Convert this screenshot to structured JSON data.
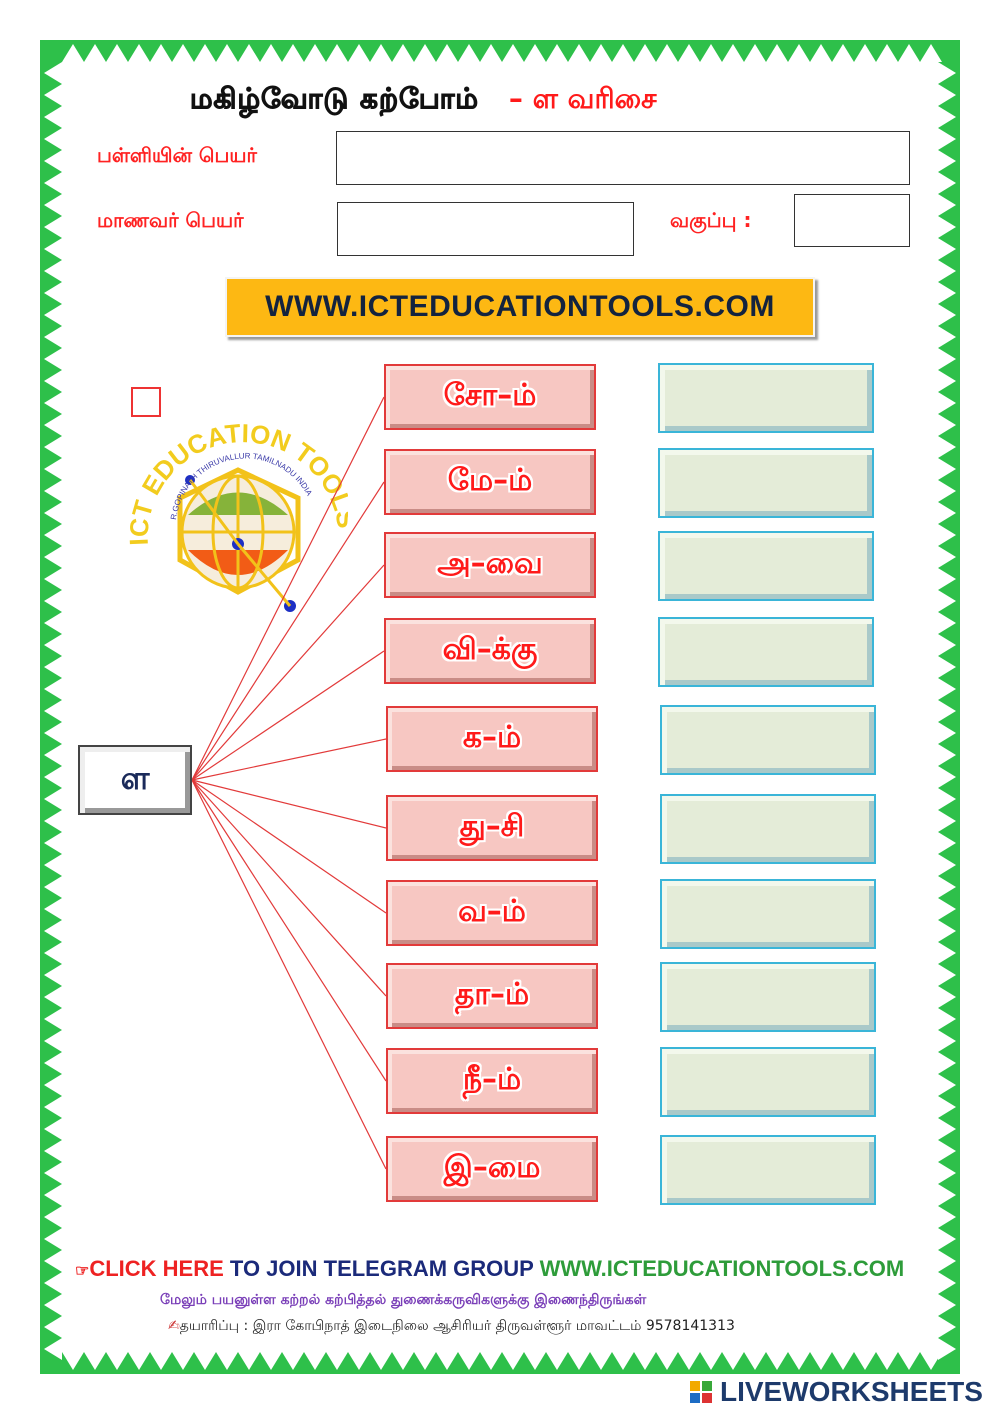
{
  "header": {
    "title_main": "மகிழ்வோடு கற்போம்",
    "title_sub": "– ள  வரிசை",
    "school_label": "பள்ளியின் பெயர்",
    "student_label": "மாணவர் பெயர்",
    "class_label": "வகுப்பு :"
  },
  "banner": {
    "text": "WWW.ICTEDUCATIONTOOLS.COM"
  },
  "logo": {
    "ring_text": "ICT EDUCATION TOOLS",
    "inner_text": "R.GOPINATH THIRUVALLUR TAMILNADU INDIA"
  },
  "source": {
    "letter": "ள"
  },
  "words": [
    "சோ–ம்",
    "மே–ம்",
    "அ–வை",
    "வி–க்கு",
    "க–ம்",
    "து–சி",
    "வ–ம்",
    "தா–ம்",
    "நீ–ம்",
    "இ–மை"
  ],
  "footer": {
    "click_here": "CLICK HERE",
    "join": " TO JOIN TELEGRAM GROUP ",
    "site": "WWW.ICTEDUCATIONTOOLS.COM",
    "line2": "மேலும் பயனுள்ள கற்றல் கற்பித்தல் துணைக்கருவிகளுக்கு இணைந்திருங்கள்",
    "line3": "தயாரிப்பு : இரா கோபிநாத் இடைநிலை ஆசிரியர் திருவள்ளூர் மாவட்டம் 9578141313"
  },
  "brand": {
    "name": "LIVEWORKSHEETS"
  },
  "colors": {
    "border_green": "#2ec04a",
    "accent_red": "#ff1a1a",
    "banner_yellow": "#fdb813"
  }
}
